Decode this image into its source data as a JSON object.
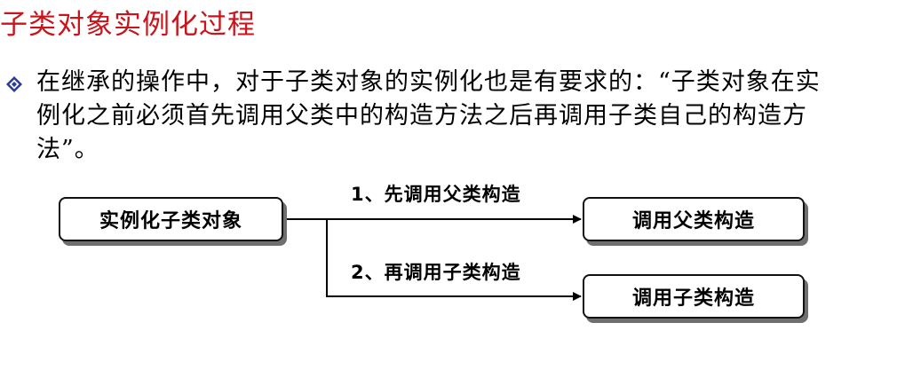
{
  "title": "子类对象实例化过程",
  "bullet": {
    "icon": "diamond-bullet-icon",
    "icon_color": "#2a3a9a",
    "lines": [
      "在继承的操作中，对于子类对象的实例化也是有要求的：“子类对象在实",
      "例化之前必须首先调用父类中的构造方法之后再调用子类自己的构造方",
      "法”。"
    ]
  },
  "diagram": {
    "source": "实例化子类对象",
    "step1": "1、先调用父类构造",
    "step2": "2、再调用子类构造",
    "target1": "调用父类构造",
    "target2": "调用子类构造"
  },
  "colors": {
    "title": "#c8141a",
    "line": "#000000",
    "shadow": "#6f6f6f"
  }
}
